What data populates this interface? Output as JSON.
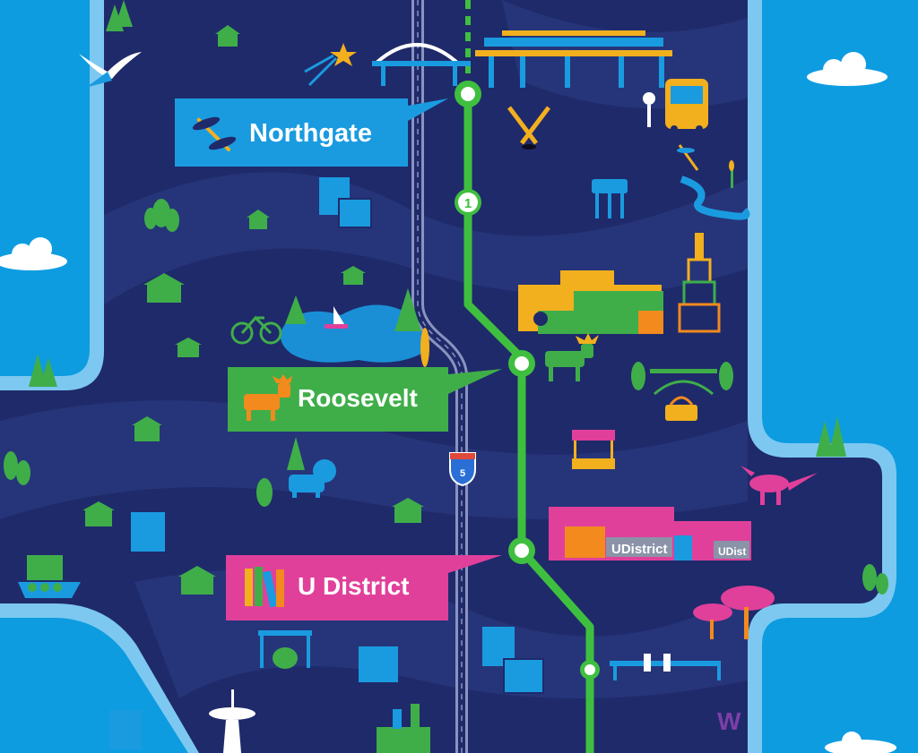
{
  "stations": [
    {
      "name": "Northgate",
      "label_color": "#1a9be0",
      "icon": "dragonfly-icon"
    },
    {
      "name": "Roosevelt",
      "label_color": "#3fae49",
      "icon": "moose-icon"
    },
    {
      "name": "U District",
      "label_color": "#e0409a",
      "icon": "books-icon"
    }
  ],
  "line": {
    "number": "1",
    "color": "#3fbf3f"
  },
  "highway": {
    "shield": "5"
  },
  "building_signs": [
    "UDistrict",
    "UDist"
  ],
  "university_logo": "W",
  "colors": {
    "water": "#0d9ce0",
    "land": "#1f2a6a",
    "land_light": "#2a3a80",
    "shore": "#7dc8f0",
    "rail": "#3fbf3f"
  }
}
